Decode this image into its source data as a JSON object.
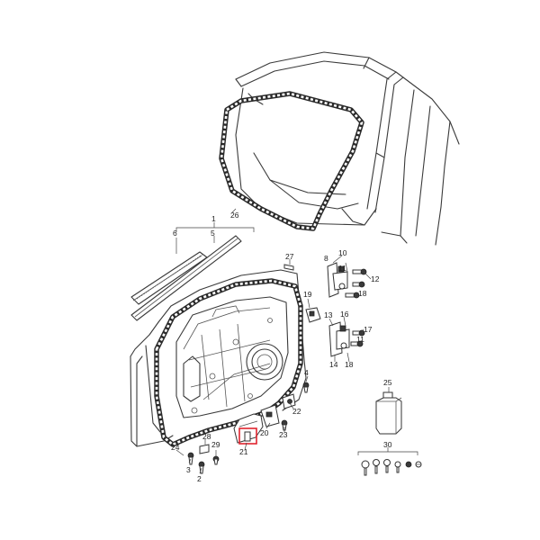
{
  "callouts": {
    "c1": "1",
    "c2": "2",
    "c3": "3",
    "c4": "4",
    "c5": "5",
    "c6": "6",
    "c8": "8",
    "c10": "10",
    "c11": "11",
    "c12": "12",
    "c13": "13",
    "c14": "14",
    "c16": "16",
    "c17": "17",
    "c18a": "18",
    "c18b": "18",
    "c19": "19",
    "c20": "20",
    "c21": "21",
    "c22": "22",
    "c23": "23",
    "c24": "24",
    "c25": "25",
    "c26": "26",
    "c27": "27",
    "c28": "28",
    "c29": "29",
    "c30": "30"
  },
  "colors": {
    "highlight": "#e0242f",
    "line": "#3a3a3a"
  }
}
